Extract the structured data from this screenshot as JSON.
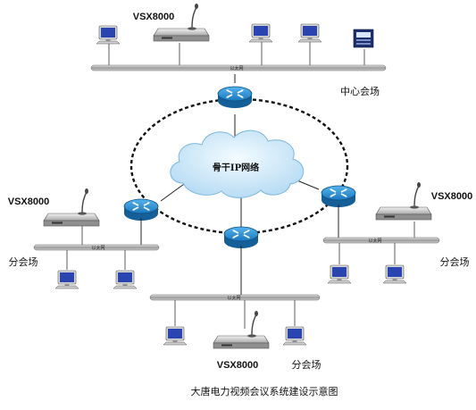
{
  "diagram": {
    "caption": "大唐电力视频会议系统建设示意图",
    "backbone_label": "骨干IP网络",
    "ethernet_label": "以太网",
    "sites": {
      "central": {
        "name": "中心会场",
        "device": "VSX8000"
      },
      "left": {
        "name": "分会场",
        "device": "VSX8000"
      },
      "right": {
        "name": "分会场",
        "device": "VSX8000"
      },
      "bottom": {
        "name": "分会场",
        "device": "VSX8000"
      }
    }
  },
  "colors": {
    "router": "#1f7fc0",
    "cloud": "#cfe8f8",
    "bus": "#b9b9b9",
    "monitor_screen": "#2b45b0"
  }
}
